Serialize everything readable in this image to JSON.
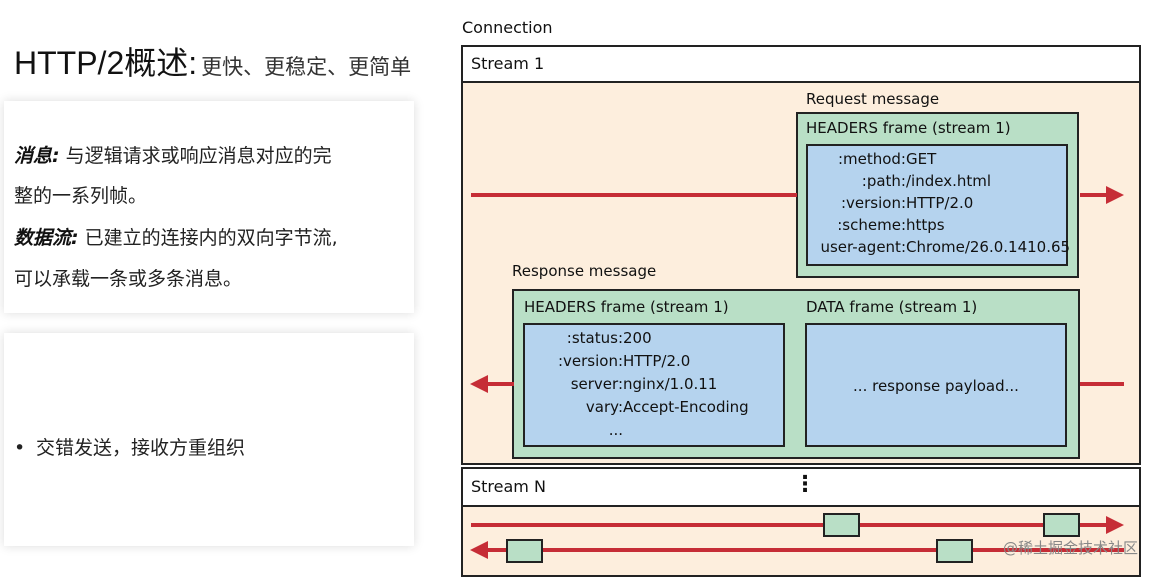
{
  "title": {
    "main": "HTTP/2概述:",
    "sub": "更快、更稳定、更简单"
  },
  "concepts": [
    {
      "term": "消息:",
      "lines": [
        "与逻辑请求或响应消息对应的完",
        "整的一系列帧。"
      ]
    },
    {
      "term": "数据流:",
      "lines": [
        "已建立的连接内的双向字节流,",
        "可以承载一条或多条消息。"
      ]
    }
  ],
  "bullets": [
    {
      "dot": "•",
      "text": "交错发送，接收方重组织"
    }
  ],
  "diagram": {
    "connection_label": "Connection",
    "stream1_label": "Stream 1",
    "streamn_label": "Stream N",
    "ellipsis": "⋮",
    "request": {
      "label": "Request message",
      "frame_label": "HEADERS frame (stream 1)",
      "headers": [
        {
          "key": ":method:",
          "value": "GET"
        },
        {
          "key": ":path:",
          "value": "/index.html"
        },
        {
          "key": ":version:",
          "value": "HTTP/2.0"
        },
        {
          "key": ":scheme:",
          "value": "https"
        },
        {
          "key": "user-agent:",
          "value": "Chrome/26.0.1410.65"
        }
      ]
    },
    "response": {
      "label": "Response message",
      "headers_frame_label": "HEADERS frame (stream 1)",
      "headers": [
        {
          "key": ":status:",
          "value": "200"
        },
        {
          "key": ":version:",
          "value": "HTTP/2.0"
        },
        {
          "key": "server:",
          "value": "nginx/1.0.11"
        },
        {
          "key": "vary:",
          "value": "Accept-Encoding"
        },
        {
          "key": "...",
          "value": ""
        }
      ],
      "data_frame_label": "DATA frame (stream 1)",
      "payload": "... response payload..."
    }
  },
  "watermark": "@稀土掘金技术社区",
  "colors": {
    "arrow": "#c62d36",
    "stream_bg": "#fdeedd",
    "frame_green": "#b9dfc6",
    "content_blue": "#b5d3ee"
  }
}
